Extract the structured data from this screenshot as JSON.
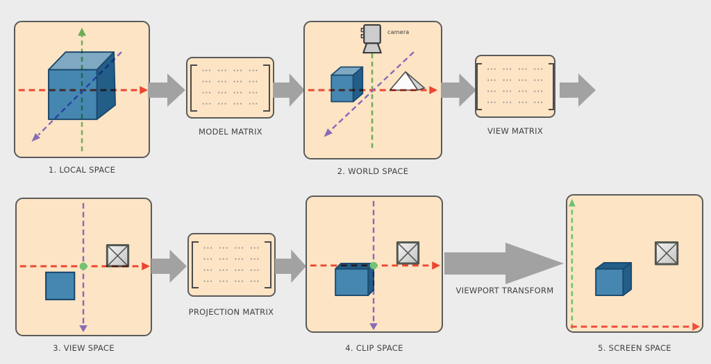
{
  "diagram": {
    "stages": [
      {
        "id": "local-space",
        "label": "1. LOCAL SPACE"
      },
      {
        "id": "world-space",
        "label": "2. WORLD SPACE",
        "camera_label": "camera"
      },
      {
        "id": "view-space",
        "label": "3. VIEW SPACE"
      },
      {
        "id": "clip-space",
        "label": "4. CLIP SPACE"
      },
      {
        "id": "screen-space",
        "label": "5. SCREEN SPACE"
      }
    ],
    "matrices": [
      {
        "id": "model-matrix",
        "label": "MODEL MATRIX",
        "cell": "···"
      },
      {
        "id": "view-matrix",
        "label": "VIEW MATRIX",
        "cell": "···"
      },
      {
        "id": "projection-matrix",
        "label": "PROJECTION MATRIX",
        "cell": "···"
      }
    ],
    "viewport_transform_label": "VIEWPORT TRANSFORM"
  },
  "colors": {
    "background": "#ececec",
    "panel_fill": "#fce4c4",
    "panel_border": "#5a5a5a",
    "arrow": "#a2a2a2",
    "axis_x": "#f04d3d",
    "axis_y": "#6cc16e",
    "axis_z": "#8a78ee",
    "cube_front": "#4587b0",
    "cube_top": "#7fa8c3",
    "cube_dark": "#235e88",
    "cube_border": "#1c4a6e",
    "origin_dot": "#72c472",
    "label_text": "#3f4040",
    "matrix_glyph": "#8f8f8f",
    "bracket": "#4a4a4a",
    "icon_fill": "#cccccc",
    "icon_stroke": "#3c3c3c",
    "pyramid_fill": "#fbfbfb",
    "pyramid_side": "#d4d4d4",
    "crossbox_stroke": "#52564f"
  }
}
